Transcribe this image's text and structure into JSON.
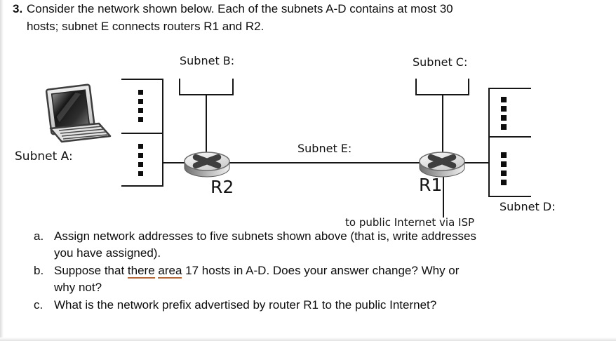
{
  "problem": {
    "number": "3.",
    "lines": [
      "Consider the network shown below. Each of the subnets A-D contains at most 30",
      "hosts; subnet E connects routers R1 and R2."
    ]
  },
  "diagram": {
    "labels": {
      "subnet_a": "Subnet A:",
      "subnet_b": "Subnet B:",
      "subnet_c": "Subnet C:",
      "subnet_d": "Subnet D:",
      "subnet_e": "Subnet E:",
      "router_r2": "R2",
      "router_r1": "R1",
      "isp_note": "to public Internet via ISP"
    },
    "icons": {
      "computer": "desktop-pc-with-keyboard",
      "router": "cylinder-with-x",
      "host_group": "bracket-with-black-squares"
    },
    "colors": {
      "line": "#161616",
      "host_square": "#0d0d0d",
      "router_x": "#3e3e3e"
    }
  },
  "questions": [
    {
      "marker": "a.",
      "lines": [
        "Assign network addresses to five subnets shown above (that is, write addresses",
        "you have assigned)."
      ]
    },
    {
      "marker": "b.",
      "line1_pre": "Suppose that ",
      "line1_flag1": "there",
      "line1_sep": " ",
      "line1_flag2": "area",
      "line1_post": " 17 hosts in A-D. Does your answer change? Why or",
      "line2": "why not?",
      "grammar_underline_color": "#b5693a"
    },
    {
      "marker": "c.",
      "lines": [
        "What is the network prefix advertised by router R1 to the public Internet?"
      ]
    }
  ]
}
